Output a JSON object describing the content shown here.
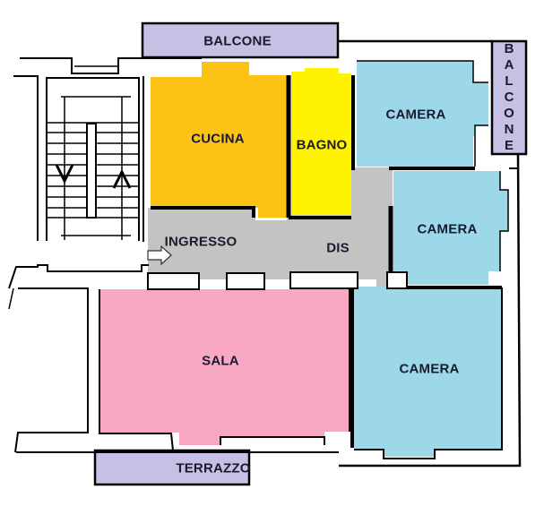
{
  "colors": {
    "cucina": "#fcc315",
    "bagno": "#fff200",
    "camera": "#9dd8e9",
    "sala": "#f9a8c4",
    "corridor": "#c3c3c3",
    "balcone": "#c5c0e4",
    "wall": "#000000",
    "text": "#1a1a2e"
  },
  "rooms": {
    "balcone_top": {
      "label": "BALCONE"
    },
    "balcone_right": {
      "label": "BALCONE",
      "letters": [
        "B",
        "A",
        "L",
        "C",
        "O",
        "N",
        "E"
      ]
    },
    "cucina": {
      "label": "CUCINA"
    },
    "bagno": {
      "label": "BAGNO"
    },
    "camera_top": {
      "label": "CAMERA"
    },
    "camera_middle": {
      "label": "CAMERA"
    },
    "camera_bottom": {
      "label": "CAMERA"
    },
    "ingresso": {
      "label": "INGRESSO"
    },
    "dis": {
      "label": "DIS"
    },
    "sala": {
      "label": "SALA"
    },
    "terrazzo": {
      "label": "TERRAZZO"
    }
  },
  "icons": {
    "entry_arrow": "entry-arrow-icon",
    "stair_down_arrow": "stair-down-arrow-icon",
    "stair_up_arrow": "stair-up-arrow-icon"
  }
}
